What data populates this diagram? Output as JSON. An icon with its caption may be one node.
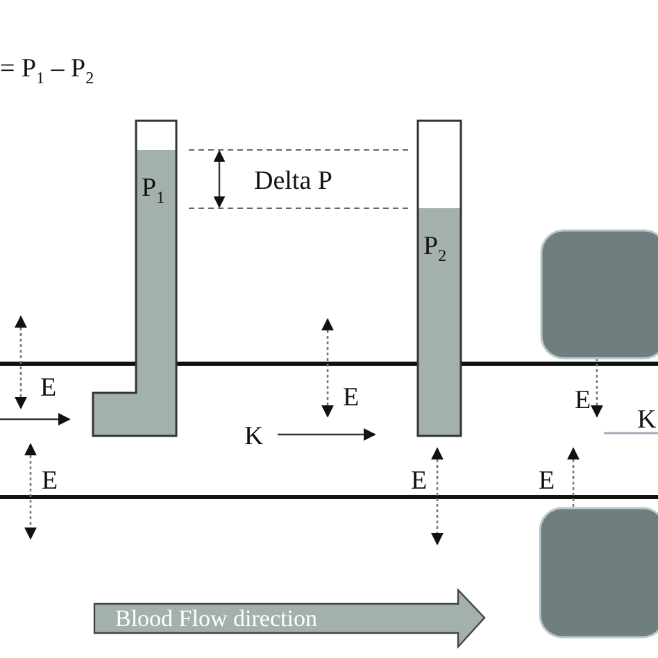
{
  "diagram": {
    "nodes": [
      {
        "text": [
          "P$_{1}$"
        ]
      },
      {
        "text": [
          "P$_{2}$"
        ]
      },
      {
        "text": [],
        "shape": "box"
      },
      {
        "text": [],
        "shape": "box"
      },
      {
        "text": [
          "Blood Flow direction"
        ]
      }
    ],
    "edges": [],
    "labels": [
      "= P$_{1}$ – P$_{2}$",
      "Delta P",
      "E",
      "E",
      "E",
      "K",
      "E",
      "E",
      "E",
      "K"
    ]
  }
}
